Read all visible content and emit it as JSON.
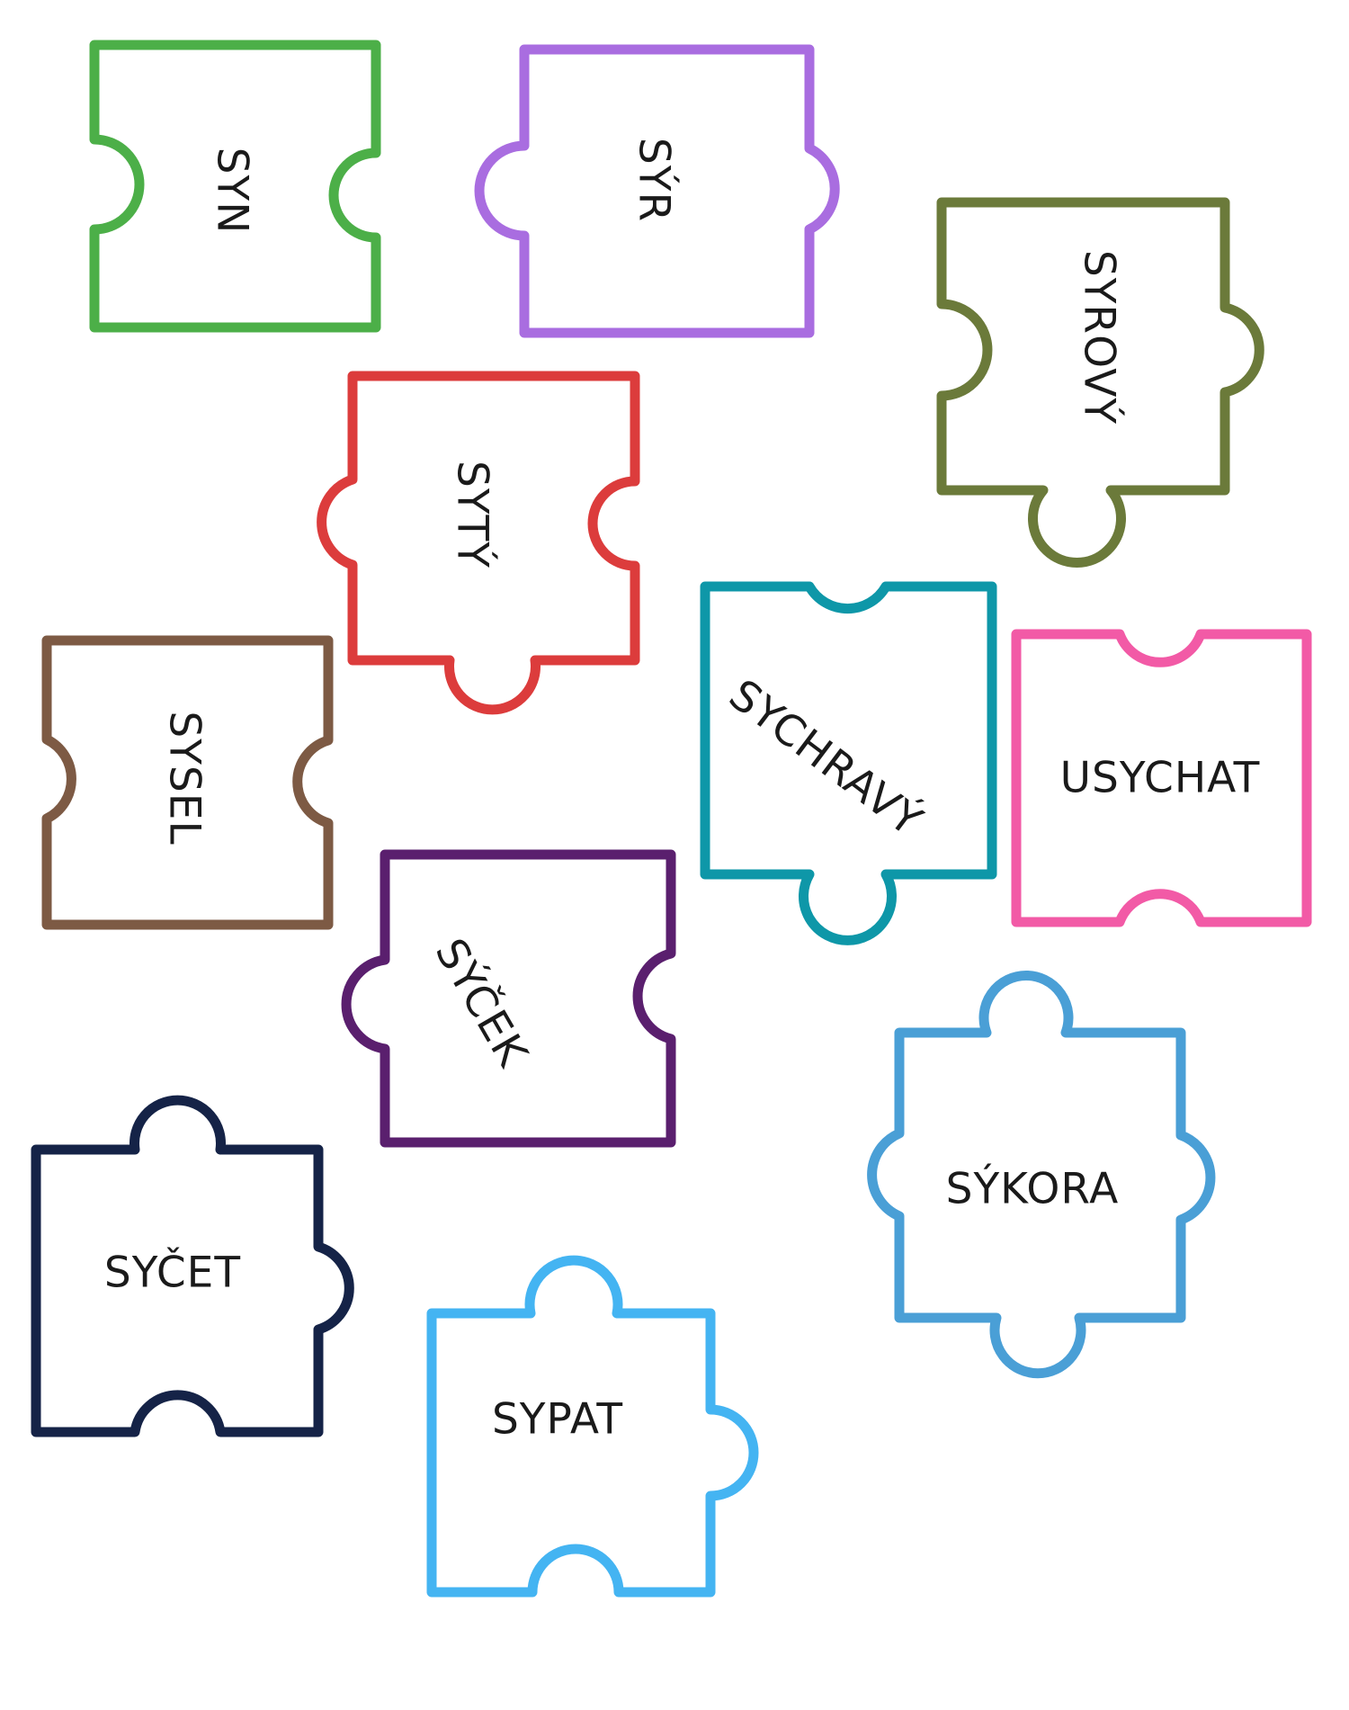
{
  "pieces": [
    {
      "id": "syn",
      "word": "SYN",
      "color": "#4caf48"
    },
    {
      "id": "syr",
      "word": "SÝR",
      "color": "#a96de0"
    },
    {
      "id": "syrovy",
      "word": "SYROVÝ",
      "color": "#6b7a3a"
    },
    {
      "id": "syty",
      "word": "SYTÝ",
      "color": "#dc3c3c"
    },
    {
      "id": "sychravy",
      "word": "SYCHRAVÝ",
      "color": "#0e97a8"
    },
    {
      "id": "usychat",
      "word": "USYCHAT",
      "color": "#f25aa6"
    },
    {
      "id": "sysel",
      "word": "SYSEL",
      "color": "#7d5a44"
    },
    {
      "id": "sycek",
      "word": "SÝČEK",
      "color": "#5a1f6e"
    },
    {
      "id": "sykora",
      "word": "SÝKORA",
      "color": "#4a9fd6"
    },
    {
      "id": "sycet",
      "word": "SYČET",
      "color": "#152347"
    },
    {
      "id": "sypat",
      "word": "SYPAT",
      "color": "#44b4f2"
    }
  ]
}
